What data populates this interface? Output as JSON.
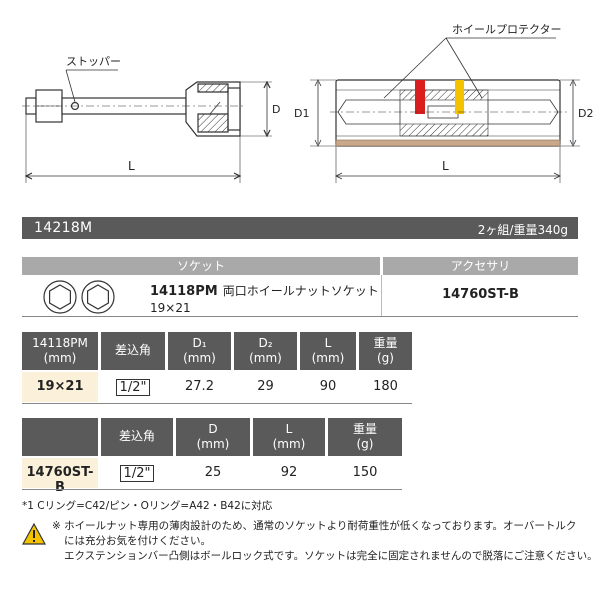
{
  "diagram": {
    "left_labels": {
      "stopper": "ストッパー",
      "d": "D",
      "l": "L"
    },
    "right_labels": {
      "wheel_protector": "ホイールプロテクター",
      "d1": "D1",
      "d2": "D2",
      "l": "L"
    },
    "colors": {
      "red_band": "#d81e1e",
      "yellow_band": "#f3c300",
      "body": "#ffffff",
      "line": "#333333"
    }
  },
  "header": {
    "model": "14218M",
    "set_info": "2ヶ組/重量340g"
  },
  "table1": {
    "col_socket": "ソケット",
    "col_accessory": "アクセサリ",
    "socket_part": "14118PM",
    "socket_name": "両口ホイールナットソケット",
    "socket_size": "19×21",
    "accessory_part": "14760ST-B"
  },
  "table2": {
    "headers": [
      {
        "line1": "14118PM",
        "line2": "(mm)"
      },
      {
        "line1": "差込角",
        "line2": ""
      },
      {
        "line1": "D₁",
        "line2": "(mm)"
      },
      {
        "line1": "D₂",
        "line2": "(mm)"
      },
      {
        "line1": "L",
        "line2": "(mm)"
      },
      {
        "line1": "重量",
        "line2": "(g)"
      }
    ],
    "row": [
      "19×21",
      "1/2\"",
      "27.2",
      "29",
      "90",
      "180"
    ]
  },
  "table3": {
    "headers": [
      {
        "line1": "",
        "line2": ""
      },
      {
        "line1": "差込角",
        "line2": ""
      },
      {
        "line1": "D",
        "line2": "(mm)"
      },
      {
        "line1": "L",
        "line2": "(mm)"
      },
      {
        "line1": "重量",
        "line2": "(g)"
      }
    ],
    "row": [
      "14760ST-B",
      "1/2\"",
      "25",
      "92",
      "150"
    ]
  },
  "footnote": "*1 Cリング=C42/ピン・Oリング=A42・B42に対応",
  "warning": {
    "icon": "warning-triangle-icon",
    "line1": "※ ホイールナット専用の薄肉設計のため、通常のソケットより耐荷重性が低くなっております。オーバートルク",
    "line2": "には充分お気を付けください。",
    "line3": "エクステンションバー凸側はボールロック式です。ソケットは完全に固定されませんので脱落にご注意ください。"
  }
}
